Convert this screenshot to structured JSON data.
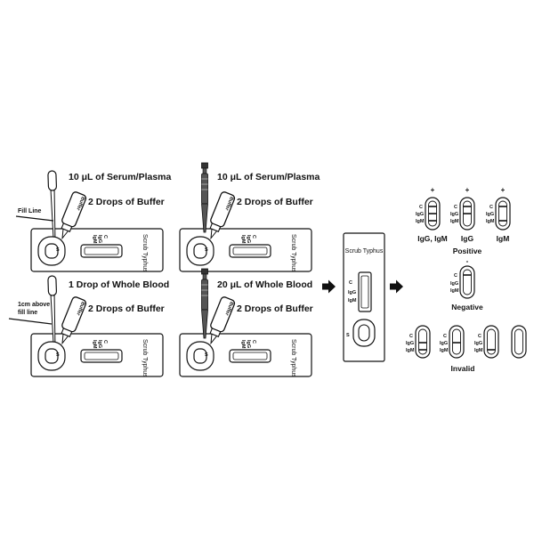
{
  "colors": {
    "ink": "#111111",
    "dropper_dark": "#555555",
    "paper": "#ffffff"
  },
  "steps": {
    "serum_dropper": {
      "sample": "10 μL of Serum/Plasma",
      "buffer": "2 Drops of Buffer",
      "fill_note": "Fill  Line"
    },
    "serum_pipette": {
      "sample": "10 μL of Serum/Plasma",
      "buffer": "2 Drops of Buffer"
    },
    "blood_dropper": {
      "sample": "1 Drop of Whole Blood",
      "buffer": "2 Drops of Buffer",
      "fill_note_line1": "1cm above",
      "fill_note_line2": "fill line"
    },
    "blood_pipette": {
      "sample": "20 μL of Whole Blood",
      "buffer": "2 Drops of Buffer"
    }
  },
  "cassette": {
    "name": "Scrub Typhus",
    "well_label": "S",
    "control_label": "C",
    "igg_label": "IgG",
    "igm_label": "IgM",
    "buffer_bottle_label": "Buffer"
  },
  "results": {
    "plus": "+",
    "minus": "-",
    "positive_labels": [
      "IgG, IgM",
      "IgG",
      "IgM"
    ],
    "positive_caption": "Positive",
    "negative_caption": "Negative",
    "invalid_caption": "Invalid"
  },
  "icons": [
    "arrow-right-icon",
    "dropper-icon",
    "pipette-icon",
    "buffer-bottle-icon"
  ]
}
